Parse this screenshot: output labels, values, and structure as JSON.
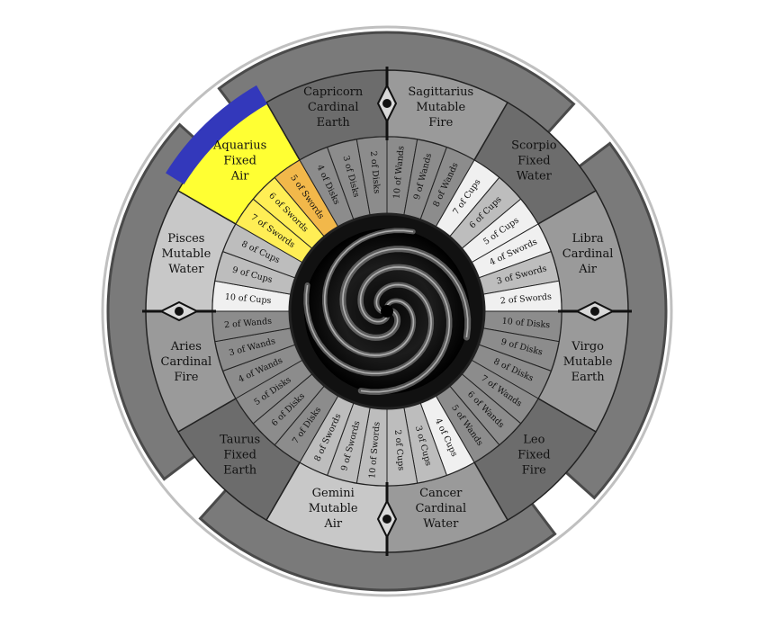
{
  "colors": {
    "outer_frame": "#7a7a7a",
    "frame_shadow": "#4a4a4a",
    "highlight_sign": "#ffff33",
    "highlight_cards": "#ffee55",
    "highlight_card_strong": "#f2b84a",
    "highlight_band": "#3338bb",
    "sign_light": "#c8c8c8",
    "sign_mid": "#9a9a9a",
    "sign_dark": "#6c6c6c",
    "card_white": "#f0f0f0",
    "card_light": "#bdbdbd",
    "card_mid": "#8c8c8c",
    "card_dark": "#6e6e6e",
    "center": "#111111",
    "lines": "#222222"
  },
  "signs": [
    {
      "name": "Capricorn",
      "mode": "Cardinal",
      "element": "Earth",
      "shade": "dark"
    },
    {
      "name": "Sagittarius",
      "mode": "Mutable",
      "element": "Fire",
      "shade": "mid"
    },
    {
      "name": "Scorpio",
      "mode": "Fixed",
      "element": "Water",
      "shade": "dark"
    },
    {
      "name": "Libra",
      "mode": "Cardinal",
      "element": "Air",
      "shade": "mid"
    },
    {
      "name": "Virgo",
      "mode": "Mutable",
      "element": "Earth",
      "shade": "mid"
    },
    {
      "name": "Leo",
      "mode": "Fixed",
      "element": "Fire",
      "shade": "dark"
    },
    {
      "name": "Cancer",
      "mode": "Cardinal",
      "element": "Water",
      "shade": "mid"
    },
    {
      "name": "Gemini",
      "mode": "Mutable",
      "element": "Air",
      "shade": "light"
    },
    {
      "name": "Taurus",
      "mode": "Fixed",
      "element": "Earth",
      "shade": "dark"
    },
    {
      "name": "Aries",
      "mode": "Cardinal",
      "element": "Fire",
      "shade": "mid"
    },
    {
      "name": "Pisces",
      "mode": "Mutable",
      "element": "Water",
      "shade": "light"
    },
    {
      "name": "Aquarius",
      "mode": "Fixed",
      "element": "Air",
      "shade": "highlight"
    }
  ],
  "cards": [
    {
      "label": "10 of Wands",
      "shade": "mid"
    },
    {
      "label": "9 of Wands",
      "shade": "mid"
    },
    {
      "label": "8 of Wands",
      "shade": "mid"
    },
    {
      "label": "7 of Cups",
      "shade": "white"
    },
    {
      "label": "6 of Cups",
      "shade": "light"
    },
    {
      "label": "5 of Cups",
      "shade": "white"
    },
    {
      "label": "4 of Swords",
      "shade": "white"
    },
    {
      "label": "3 of Swords",
      "shade": "light"
    },
    {
      "label": "2 of Swords",
      "shade": "white"
    },
    {
      "label": "10 of Disks",
      "shade": "mid"
    },
    {
      "label": "9 of Disks",
      "shade": "mid"
    },
    {
      "label": "8 of Disks",
      "shade": "mid"
    },
    {
      "label": "7 of Wands",
      "shade": "mid"
    },
    {
      "label": "6 of Wands",
      "shade": "mid"
    },
    {
      "label": "5 of Wands",
      "shade": "mid"
    },
    {
      "label": "4 of Cups",
      "shade": "white"
    },
    {
      "label": "3 of Cups",
      "shade": "light"
    },
    {
      "label": "2 of Cups",
      "shade": "light"
    },
    {
      "label": "10 of Swords",
      "shade": "light"
    },
    {
      "label": "9 of Swords",
      "shade": "light"
    },
    {
      "label": "8 of Swords",
      "shade": "light"
    },
    {
      "label": "7 of Disks",
      "shade": "mid"
    },
    {
      "label": "6 of Disks",
      "shade": "mid"
    },
    {
      "label": "5 of Disks",
      "shade": "mid"
    },
    {
      "label": "4 of Wands",
      "shade": "mid"
    },
    {
      "label": "3 of Wands",
      "shade": "mid"
    },
    {
      "label": "2 of Wands",
      "shade": "mid"
    },
    {
      "label": "10 of Cups",
      "shade": "white"
    },
    {
      "label": "9 of Cups",
      "shade": "light"
    },
    {
      "label": "8 of Cups",
      "shade": "light"
    },
    {
      "label": "7 of Swords",
      "shade": "highlight"
    },
    {
      "label": "6 of Swords",
      "shade": "highlight"
    },
    {
      "label": "5 of Swords",
      "shade": "highlight-strong"
    },
    {
      "label": "4 of Disks",
      "shade": "mid"
    },
    {
      "label": "3 of Disks",
      "shade": "mid"
    },
    {
      "label": "2 of Disks",
      "shade": "mid"
    }
  ],
  "markers": [
    {
      "name": "top"
    },
    {
      "name": "right"
    },
    {
      "name": "bottom"
    },
    {
      "name": "left"
    }
  ]
}
